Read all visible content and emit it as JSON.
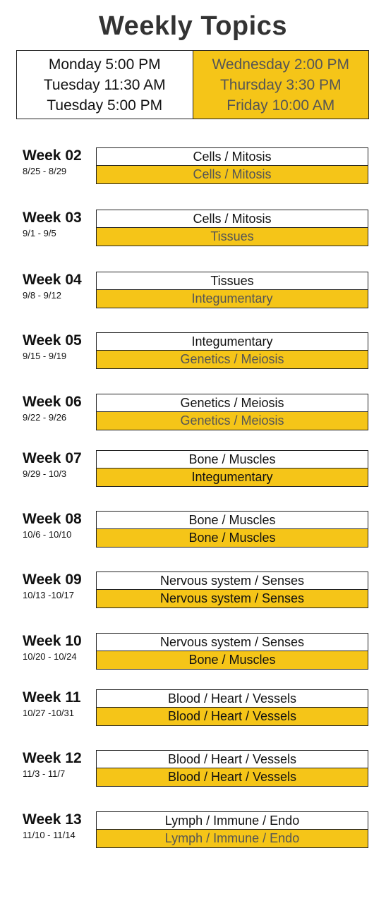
{
  "title": "Weekly Topics",
  "schedule": {
    "left_times": [
      "Monday 5:00 PM",
      "Tuesday 11:30 AM",
      "Tuesday 5:00 PM"
    ],
    "right_times": [
      "Wednesday 2:00 PM",
      "Thursday 3:30 PM",
      "Friday 10:00 AM"
    ]
  },
  "colors": {
    "accent_gold": "#f5c518",
    "title_gray": "#333333",
    "muted_text": "#555555"
  },
  "weeks": [
    {
      "label": "Week 02",
      "dates": "8/25 - 8/29",
      "top": "Cells / Mitosis",
      "bottom": "Cells / Mitosis",
      "bottom_tone": "muted"
    },
    {
      "label": "Week 03",
      "dates": "9/1 - 9/5",
      "top": "Cells / Mitosis",
      "bottom": "Tissues",
      "bottom_tone": "muted"
    },
    {
      "label": "Week 04",
      "dates": "9/8 - 9/12",
      "top": "Tissues",
      "bottom": "Integumentary",
      "bottom_tone": "muted"
    },
    {
      "label": "Week 05",
      "dates": "9/15 - 9/19",
      "top": "Integumentary",
      "bottom": "Genetics / Meiosis",
      "bottom_tone": "muted"
    },
    {
      "label": "Week 06",
      "dates": "9/22 - 9/26",
      "top": "Genetics / Meiosis",
      "bottom": "Genetics / Meiosis",
      "bottom_tone": "muted"
    },
    {
      "label": "Week 07",
      "dates": "9/29 - 10/3",
      "top": "Bone / Muscles",
      "bottom": "Integumentary",
      "bottom_tone": "dark"
    },
    {
      "label": "Week 08",
      "dates": "10/6 - 10/10",
      "top": "Bone / Muscles",
      "bottom": "Bone / Muscles",
      "bottom_tone": "dark"
    },
    {
      "label": "Week 09",
      "dates": "10/13 -10/17",
      "top": "Nervous system / Senses",
      "bottom": "Nervous system / Senses",
      "bottom_tone": "dark"
    },
    {
      "label": "Week 10",
      "dates": "10/20 - 10/24",
      "top": "Nervous system / Senses",
      "bottom": "Bone / Muscles",
      "bottom_tone": "dark"
    },
    {
      "label": "Week 11",
      "dates": "10/27 -10/31",
      "top": "Blood / Heart / Vessels",
      "bottom": "Blood / Heart / Vessels",
      "bottom_tone": "dark"
    },
    {
      "label": "Week 12",
      "dates": "11/3 - 11/7",
      "top": "Blood / Heart / Vessels",
      "bottom": "Blood / Heart / Vessels",
      "bottom_tone": "dark"
    },
    {
      "label": "Week 13",
      "dates": "11/10 - 11/14",
      "top": "Lymph / Immune / Endo",
      "bottom": "Lymph / Immune / Endo",
      "bottom_tone": "muted"
    }
  ]
}
